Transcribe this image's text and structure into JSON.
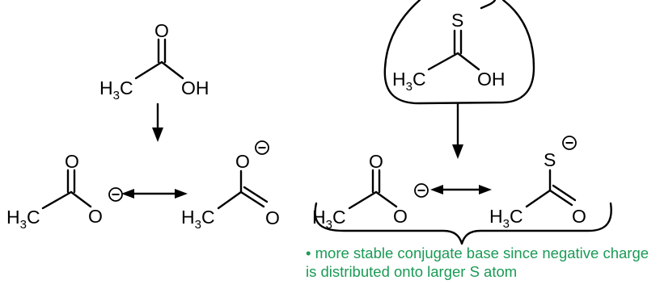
{
  "atoms": {
    "oxygen": "O",
    "sulfur": "S",
    "hydroxyl": "OH",
    "methyl_h": "H",
    "methyl_c": "C",
    "methyl_sub": "3",
    "charge_sign": "−"
  },
  "note": {
    "bullet": "•",
    "text": "more stable conjugate base since negative charge is distributed onto larger S atom"
  },
  "colors": {
    "note": "#1a9a55",
    "lines": "#000000"
  }
}
